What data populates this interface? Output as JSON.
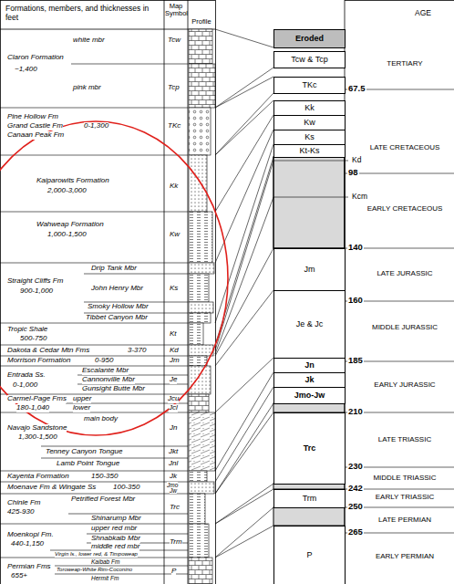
{
  "diagram": {
    "nodes": [
      {
        "text": [
          "Eroded"
        ]
      },
      {
        "text": [
          "Tcw & Tcp"
        ]
      },
      {
        "text": [
          "TKc"
        ]
      },
      {
        "text": [
          "Kk"
        ]
      },
      {
        "text": [
          "Kw"
        ]
      },
      {
        "text": [
          "Ks"
        ]
      },
      {
        "text": [
          "Kt-Ks"
        ]
      },
      {
        "text": [
          "Jm"
        ]
      },
      {
        "text": [
          "Je & Jc"
        ]
      },
      {
        "text": [
          "Jn"
        ]
      },
      {
        "text": [
          "Jk"
        ]
      },
      {
        "text": [
          "Jmo-Jw"
        ]
      },
      {
        "text": [
          "Trc"
        ]
      },
      {
        "text": [
          "Trm"
        ]
      },
      {
        "text": [
          "P"
        ]
      }
    ],
    "labels": [
      "Formations, members, and thicknesses in feet",
      "Map Symbol",
      "Profile",
      "AGE",
      "white mbr",
      "Tcw",
      "Claron Formation",
      "~1,400",
      "pink mbr",
      "Tcp",
      "Pine Hollow Fm",
      "0-1,300",
      "Grand Castle Fm",
      "Canaan Peak Fm",
      "TKc",
      "Kaiparowits Formation",
      "2,000-3,000",
      "Kk",
      "Wahweap Formation",
      "1,000-1,500",
      "Kw",
      "Drip Tank Mbr",
      "Straight Cliffs Fm",
      "900-1,000",
      "John Henry Mbr",
      "Ks",
      "Smoky Hollow Mbr",
      "Tibbet Canyon Mbr",
      "Tropic Shale",
      "500-750",
      "Kt",
      "Dakota & Cedar Mtn Fms",
      "3-370",
      "Kd",
      "Morrison Formation",
      "0-950",
      "Jm",
      "Escalante Mbr",
      "Entrada Ss.",
      "Cannonville Mbr",
      "0-1,000",
      "Gunsight Butte Mbr",
      "Je",
      "Carmel-Page Fms",
      "upper",
      "Jcu",
      "180-1,040",
      "lower",
      "Jcl",
      "main body",
      "Navajo Sandstone",
      "Jn",
      "1,300-1,500",
      "Tenney Canyon Tongue",
      "Jkt",
      "Lamb Point Tongue",
      "Jnl",
      "Kayenta Formation",
      "150-350",
      "Jk",
      "Moenave Fm & Wingate Ss",
      "100-350",
      "Jmo",
      "Jw",
      "Petrified Forest Mbr",
      "Chinle Fm",
      "425-930",
      "Trc",
      "Shinarump Mbr",
      "upper red mbr",
      "Moenkopi Fm.",
      "Shnabkaib Mbr",
      "440-1,150",
      "middle red mbr",
      "Trm",
      "Virgin ls., lower red, & Timpoweap",
      "Kaibab Fm",
      "Permian Fms",
      "655+",
      "Toroweap-White Rim-Coconino",
      "P",
      "Hermit Fm",
      "Kd",
      "Kcm",
      "67.5",
      "98",
      "140",
      "160",
      "185",
      "210",
      "230",
      "242",
      "250",
      "265",
      "TERTIARY",
      "LATE CRETACEOUS",
      "EARLY CRETACEOUS",
      "LATE JURASSIC",
      "MIDDLE JURASSIC",
      "EARLY JURASSIC",
      "LATE TRIASSIC",
      "MIDDLE TRIASSIC",
      "EARLY TRIASSIC",
      "LATE PERMIAN",
      "EARLY PERMIAN"
    ]
  }
}
